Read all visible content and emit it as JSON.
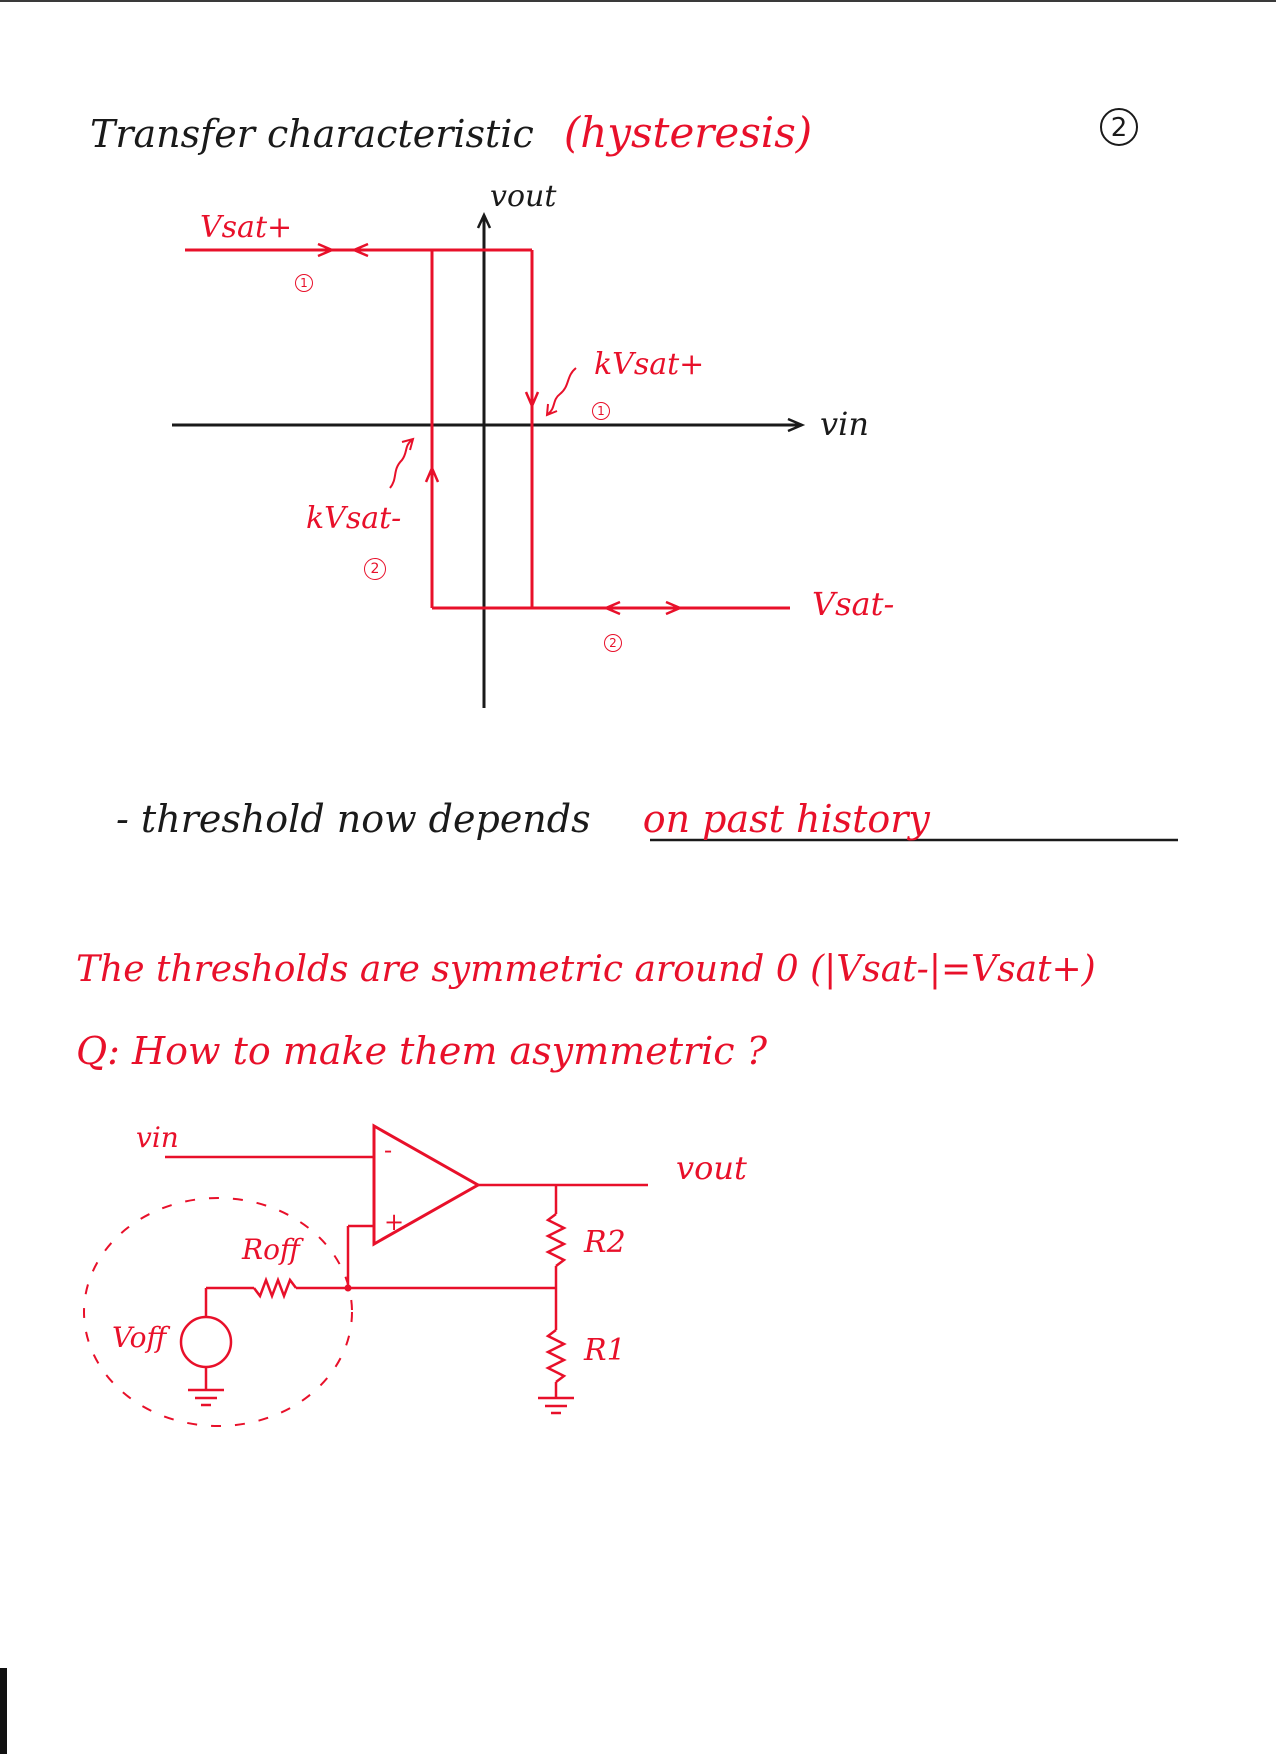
{
  "page": {
    "number": "2",
    "title": "Transfer characteristic",
    "title_paren": "(hysteresis)"
  },
  "graph": {
    "y_axis_label": "vout",
    "x_axis_label": "vin",
    "upper_level": "Vsat+",
    "lower_level": "Vsat-",
    "upper_threshold": "kVsat+",
    "lower_threshold": "kVsat-",
    "mark_1": "1",
    "mark_2": "2"
  },
  "threshold_note": {
    "prefix": "- threshold now depends",
    "answer": "on past history"
  },
  "symmetry_note": {
    "line1": "The thresholds are symmetric around 0 (|Vsat-|=Vsat+)",
    "line2": "Q: How to make them asymmetric ?"
  },
  "circuit": {
    "input_label": "vin",
    "output_label": "vout",
    "minus_sign": "-",
    "plus_sign": "+",
    "r2_label": "R2",
    "r1_label": "R1",
    "roff_label": "Roff",
    "voff_label": "Voff"
  }
}
